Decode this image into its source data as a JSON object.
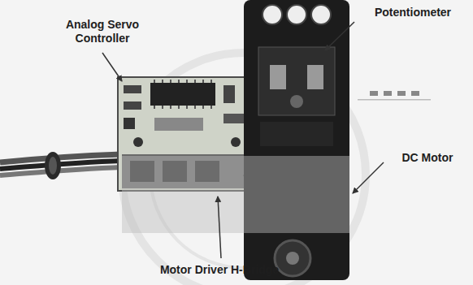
{
  "diagram": {
    "labels": [
      "Analog Servo Controller",
      "Potentiometer",
      "DC Motor",
      "Motor Driver H-Bridge"
    ]
  }
}
